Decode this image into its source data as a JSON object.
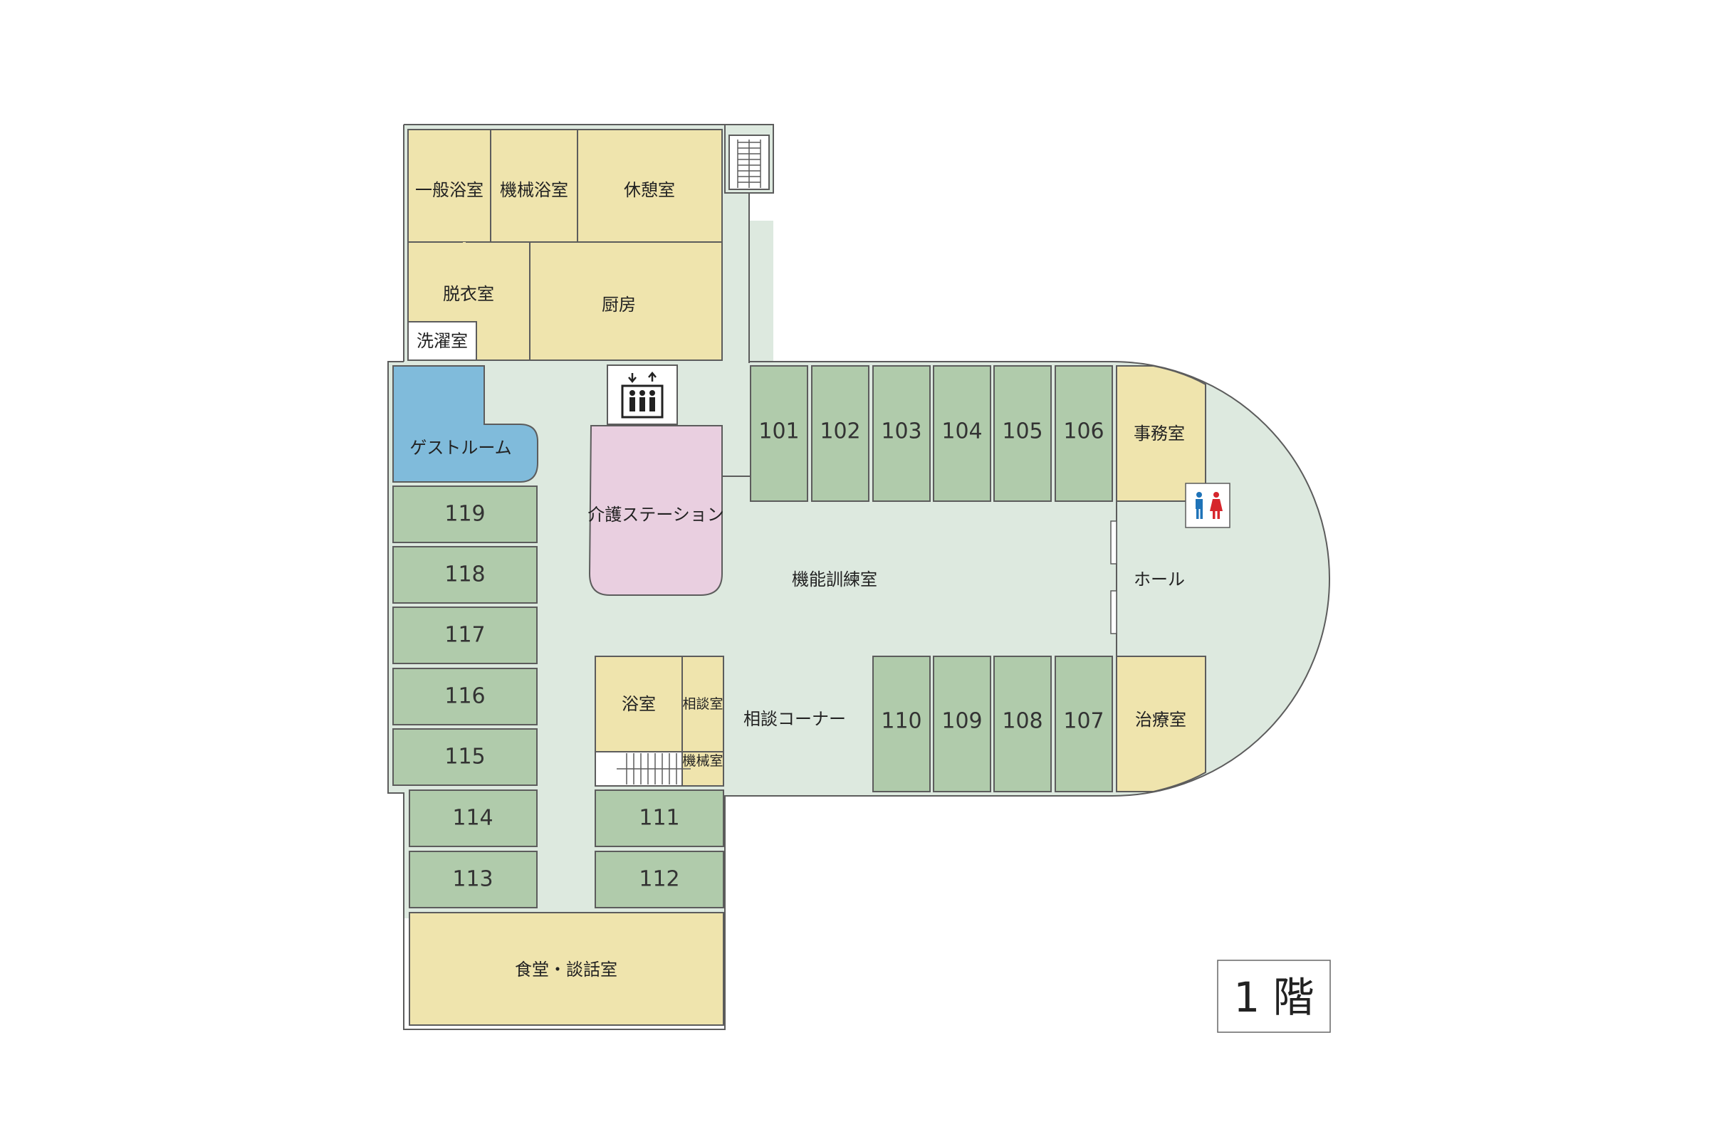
{
  "colors": {
    "corridor": "#dde9df",
    "guest_room": "#b0cbab",
    "service_room": "#efe4ad",
    "guest_lounge": "#80bbdb",
    "care_station": "#e9cfe0",
    "outline": "#5c5c5c",
    "toilet_male": "#1f73b8",
    "toilet_female": "#d6262c"
  },
  "rooms": {
    "general_bath": "一般浴室",
    "machine_bath": "機械浴室",
    "rest_room": "休憩室",
    "dressing_room": "脱衣室",
    "kitchen": "厨房",
    "laundry": "洗濯室",
    "guest_room": "ゲストルーム",
    "care_station": "介護ステーション",
    "training_room": "機能訓練室",
    "office": "事務室",
    "hall": "ホール",
    "treatment_room": "治療室",
    "bath": "浴室",
    "consult_room": "相談室",
    "machine_room": "機械室",
    "consult_corner": "相談コーナー",
    "dining": "食堂・談話室"
  },
  "room_numbers": {
    "r101": "101",
    "r102": "102",
    "r103": "103",
    "r104": "104",
    "r105": "105",
    "r106": "106",
    "r107": "107",
    "r108": "108",
    "r109": "109",
    "r110": "110",
    "r111": "111",
    "r112": "112",
    "r113": "113",
    "r114": "114",
    "r115": "115",
    "r116": "116",
    "r117": "117",
    "r118": "118",
    "r119": "119"
  },
  "floor_label": "1 階",
  "icons": [
    "elevator-icon",
    "restroom-icon",
    "stairs-icon"
  ]
}
